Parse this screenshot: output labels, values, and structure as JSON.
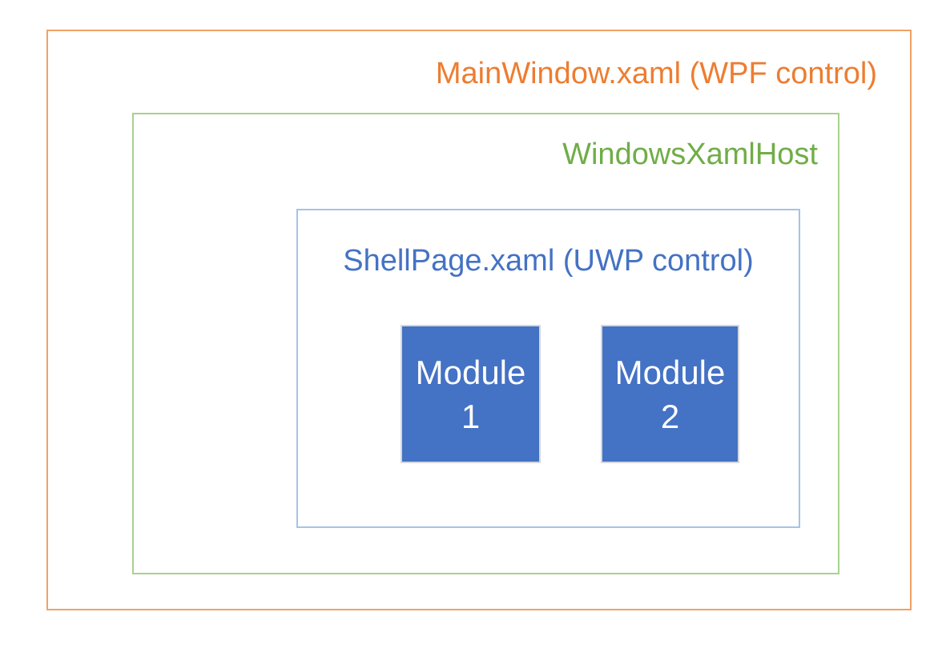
{
  "diagram": {
    "outer_box": {
      "label": "MainWindow.xaml (WPF control)",
      "text_color": "#ED7D31",
      "border_color": "#F1A165"
    },
    "host_box": {
      "label": "WindowsXamlHost",
      "text_color": "#70AD47",
      "border_color": "#A9D18E"
    },
    "shell_box": {
      "label": "ShellPage.xaml (UWP control)",
      "text_color": "#4472C4",
      "border_color": "#A6C3E6"
    },
    "modules": [
      {
        "lines": [
          "Module",
          "1"
        ],
        "fill_color": "#4472C4",
        "text_color": "#FFFFFF"
      },
      {
        "lines": [
          "Module",
          "2"
        ],
        "fill_color": "#4472C4",
        "text_color": "#FFFFFF"
      }
    ]
  }
}
